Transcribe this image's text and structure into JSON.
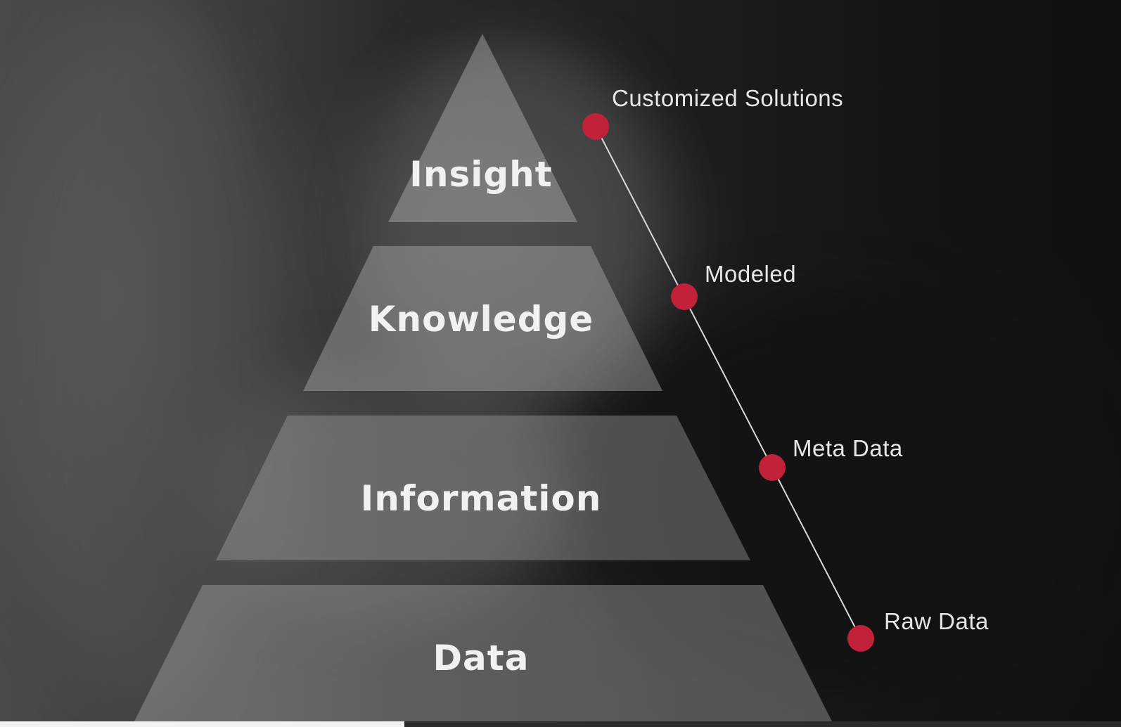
{
  "pyramid": {
    "tiers": [
      {
        "label": "Insight"
      },
      {
        "label": "Knowledge"
      },
      {
        "label": "Information"
      },
      {
        "label": "Data"
      }
    ]
  },
  "timeline": {
    "stages": [
      {
        "label": "Customized Solutions"
      },
      {
        "label": "Modeled"
      },
      {
        "label": "Meta Data"
      },
      {
        "label": "Raw Data"
      }
    ],
    "marker_color": "#c1223a",
    "line_color": "#d9d9d9"
  }
}
